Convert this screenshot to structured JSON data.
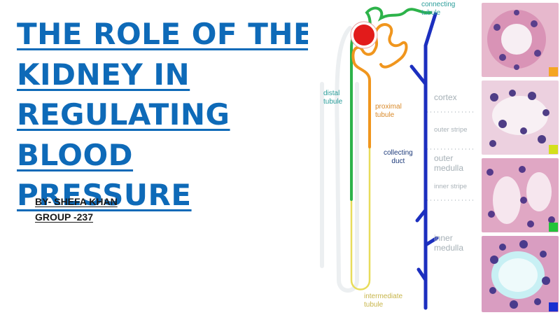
{
  "slide": {
    "title_lines": [
      "THE ROLE OF THE",
      "KIDNEY IN",
      "REGULATING",
      "BLOOD",
      "PRESSURE "
    ],
    "byline_lines": [
      "BY- SHEFA KHAN",
      "GROUP -237"
    ]
  },
  "diagram": {
    "labels": {
      "connecting_tubule": [
        "connecting",
        "tubule"
      ],
      "distal_tubule": [
        "distal",
        "tubule"
      ],
      "proximal_tubule": [
        "proximal",
        "tubule"
      ],
      "collecting_duct": [
        "collecting",
        "duct"
      ],
      "intermediate_tubule": [
        "intermediate",
        "tubule"
      ],
      "cortex": "cortex",
      "outer_stripe": "outer stripe",
      "outer_medulla": [
        "outer",
        "medulla"
      ],
      "inner_stripe": "inner stripe",
      "inner_medulla": [
        "inner",
        "medulla"
      ]
    },
    "colors": {
      "glomerulus": "#e21b1b",
      "proximal": "#f0961e",
      "distal": "#2db34a",
      "intermediate": "#e8dc5a",
      "collecting": "#1c2fbf",
      "panel_markers": [
        "#f5a623",
        "#d4e01c",
        "#22c43a",
        "#1a2fd0"
      ]
    }
  }
}
